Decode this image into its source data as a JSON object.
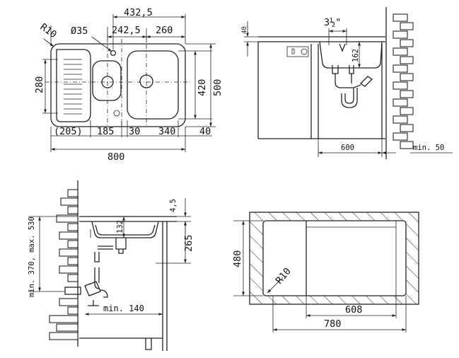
{
  "top_view": {
    "r10": "R10",
    "dia35": "Ø35",
    "d4325": "432,5",
    "d2425": "242,5",
    "d260": "260",
    "d280": "280",
    "d420": "420",
    "d500": "500",
    "d205": "(205)",
    "d185": "185",
    "d30": "30",
    "d340": "340",
    "d40": "40",
    "d800": "800"
  },
  "side_view": {
    "d40": "40",
    "d3half": "3½\"",
    "d162": "162",
    "d600": "600",
    "min50": "min. 50"
  },
  "section_view": {
    "d45": "4,5",
    "d132": "132",
    "d265": "265",
    "min370": "min. 370, max. 530",
    "min140": "min. 140"
  },
  "cutout_view": {
    "d480": "480",
    "r10": "R10",
    "d608": "608",
    "d780": "780"
  }
}
